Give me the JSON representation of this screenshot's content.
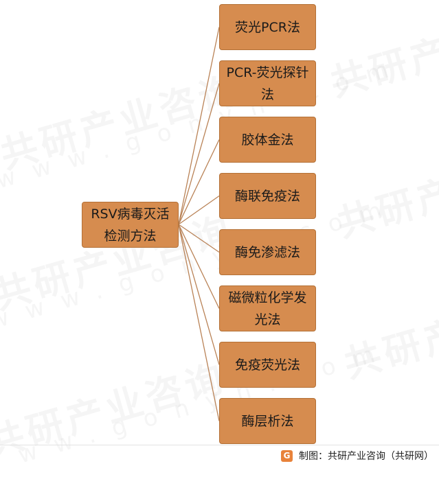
{
  "diagram": {
    "root": {
      "label_line1": "RSV病毒灭活",
      "label_line2": "检测方法"
    },
    "children": [
      {
        "label_line1": "荧光PCR法",
        "label_line2": ""
      },
      {
        "label_line1": "PCR-荧光探针",
        "label_line2": "法"
      },
      {
        "label_line1": "胶体金法",
        "label_line2": ""
      },
      {
        "label_line1": "酶联免疫法",
        "label_line2": ""
      },
      {
        "label_line1": "酶免渗滤法",
        "label_line2": ""
      },
      {
        "label_line1": "磁微粒化学发",
        "label_line2": "光法"
      },
      {
        "label_line1": "免疫荧光法",
        "label_line2": ""
      },
      {
        "label_line1": "酶层析法",
        "label_line2": ""
      }
    ]
  },
  "footer": {
    "logo_glyph": "G",
    "source": "制图：共研产业咨询（共研网）"
  },
  "watermark": {
    "brand_text": "共研产业咨询",
    "url_text": "www.gonyn.com"
  },
  "colors": {
    "box_fill": "#d68c4f",
    "box_border": "#b37036",
    "connector": "#b98256",
    "logo": "#e8823a"
  }
}
